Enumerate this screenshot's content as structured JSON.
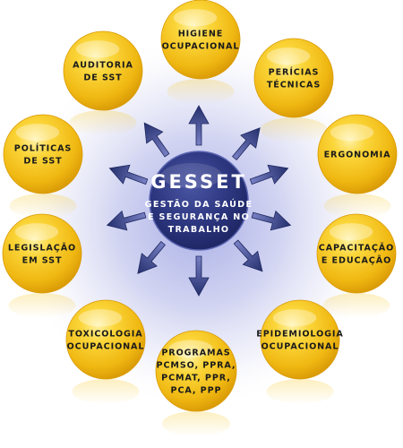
{
  "center": {
    "title": "GESSET",
    "subtitle_lines": [
      "GESTÃO DA SAÚDE",
      "E SEGURANÇA NO",
      "TRABALHO"
    ]
  },
  "nodes": [
    {
      "id": "higiene-ocupacional",
      "lines": [
        "HIGIENE",
        "OCUPACIONAL"
      ]
    },
    {
      "id": "pericias-tecnicas",
      "lines": [
        "PERÍCIAS",
        "TÉCNICAS"
      ]
    },
    {
      "id": "ergonomia",
      "lines": [
        "ERGONOMIA"
      ]
    },
    {
      "id": "capacitacao-e-educacao",
      "lines": [
        "CAPACITAÇÃO",
        "E EDUCAÇÃO"
      ]
    },
    {
      "id": "epidemiologia-ocupacional",
      "lines": [
        "EPIDEMIOLOGIA",
        "OCUPACIONAL"
      ]
    },
    {
      "id": "programas",
      "lines": [
        "PROGRAMAS",
        "PCMSO, PPRA,",
        "PCMAT, PPR,",
        "PCA, PPP"
      ]
    },
    {
      "id": "toxicologia-ocupacional",
      "lines": [
        "TOXICOLOGIA",
        "OCUPACIONAL"
      ]
    },
    {
      "id": "legislacao-em-sst",
      "lines": [
        "LEGISLAÇÃO",
        "EM SST"
      ]
    },
    {
      "id": "politicas-de-sst",
      "lines": [
        "POLÍTICAS",
        "DE SST"
      ]
    },
    {
      "id": "auditoria-de-sst",
      "lines": [
        "AUDITORIA",
        "DE SST"
      ]
    }
  ],
  "colors": {
    "node_fill": "#f6c51c",
    "node_shade": "#d99a06",
    "center_fill": "#2a3475",
    "arrow": "#2c3574",
    "glow": "#b8bce8"
  }
}
